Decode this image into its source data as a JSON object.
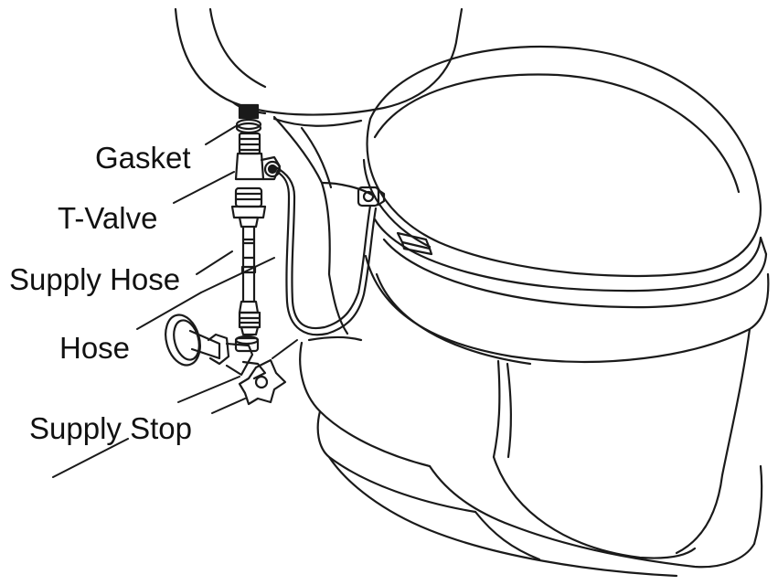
{
  "labels": {
    "gasket": "Gasket",
    "t_valve": "T-Valve",
    "supply_hose": "Supply Hose",
    "hose": "Hose",
    "supply_stop": "Supply Stop"
  },
  "colors": {
    "line": "#1a1a1a",
    "background": "#ffffff"
  }
}
